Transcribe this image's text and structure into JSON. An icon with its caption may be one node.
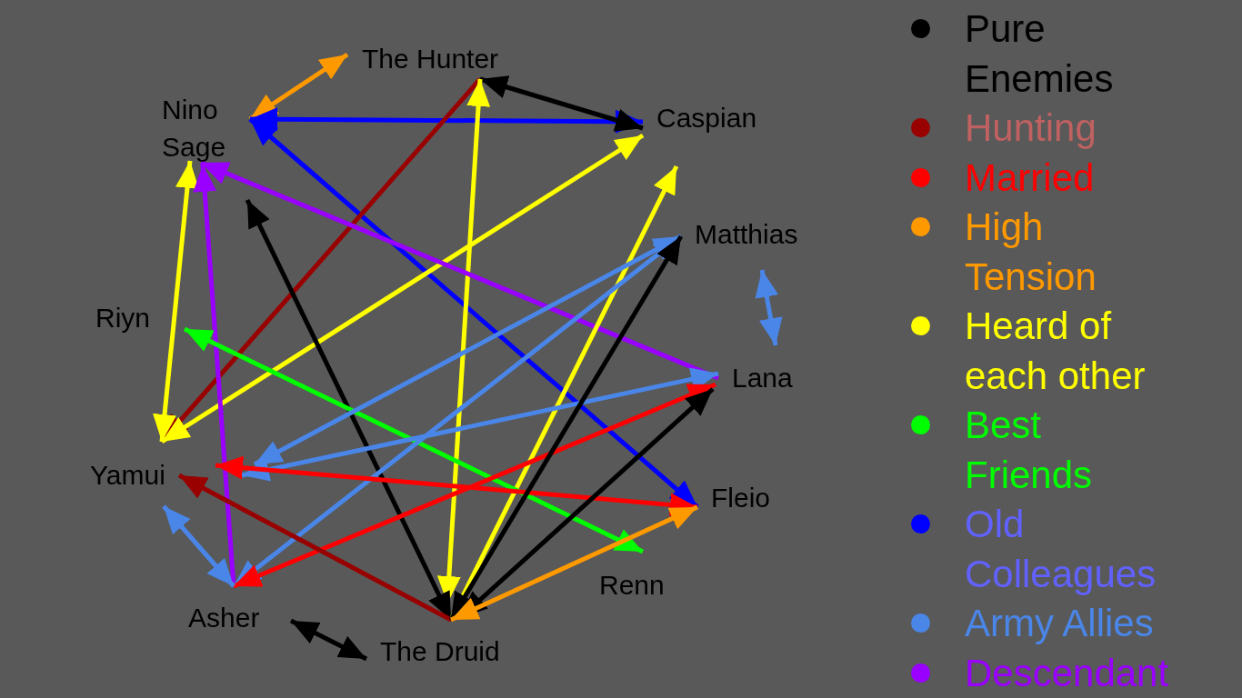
{
  "diagram": {
    "nodes": [
      {
        "text": [
          "The Hunter"
        ]
      },
      {
        "text": [
          "Nino Sage"
        ]
      },
      {
        "text": [
          "Caspian"
        ]
      },
      {
        "text": [
          "Matthias"
        ]
      },
      {
        "text": [
          "Riyn"
        ]
      },
      {
        "text": [
          "Lana"
        ]
      },
      {
        "text": [
          "Yamui"
        ]
      },
      {
        "text": [
          "Fleio"
        ]
      },
      {
        "text": [
          "Renn"
        ]
      },
      {
        "text": [
          "Asher"
        ]
      },
      {
        "text": [
          "The Druid"
        ]
      }
    ],
    "edges": [
      {
        "from": 1,
        "to": 0,
        "arrow": "both",
        "color": "#ff9900"
      },
      {
        "from": 1,
        "to": 2,
        "arrow": "both",
        "color": "#0000ff"
      },
      {
        "from": 1,
        "to": 7,
        "arrow": "both",
        "color": "#0000ff"
      },
      {
        "from": 0,
        "to": 2,
        "arrow": "both",
        "color": "#000000"
      },
      {
        "from": 0,
        "to": 6,
        "arrow": "to",
        "color": "#990000"
      },
      {
        "from": 0,
        "to": 10,
        "arrow": "both",
        "color": "#ffff00"
      },
      {
        "from": 2,
        "to": 6,
        "arrow": "both",
        "color": "#ffff00"
      },
      {
        "from": 1,
        "to": 6,
        "arrow": "both",
        "color": "#ffff00"
      },
      {
        "from": 5,
        "to": 1,
        "arrow": "to",
        "color": "#9900ff"
      },
      {
        "from": 9,
        "to": 1,
        "arrow": "to",
        "color": "#9900ff"
      },
      {
        "from": 10,
        "to": 1,
        "arrow": "both",
        "color": "#000000"
      },
      {
        "from": 10,
        "to": 2,
        "arrow": "to",
        "color": "#ffff00"
      },
      {
        "from": 4,
        "to": 8,
        "arrow": "both",
        "color": "#00ff00"
      },
      {
        "from": 3,
        "to": 6,
        "arrow": "both",
        "color": "#4a86e8"
      },
      {
        "from": 3,
        "to": 9,
        "arrow": "both",
        "color": "#4a86e8"
      },
      {
        "from": 5,
        "to": 6,
        "arrow": "both",
        "color": "#4a86e8"
      },
      {
        "from": 7,
        "to": 6,
        "arrow": "both",
        "color": "#ff0000"
      },
      {
        "from": 5,
        "to": 9,
        "arrow": "both",
        "color": "#ff0000"
      },
      {
        "from": 10,
        "to": 6,
        "arrow": "to",
        "color": "#990000"
      },
      {
        "from": 10,
        "to": 3,
        "arrow": "both",
        "color": "#000000"
      },
      {
        "from": 10,
        "to": 5,
        "arrow": "both",
        "color": "#000000"
      },
      {
        "from": 10,
        "to": 7,
        "arrow": "both",
        "color": "#ff9900"
      },
      {
        "from": 9,
        "to": 10,
        "arrow": "both",
        "color": "#000000"
      },
      {
        "from": 6,
        "to": 9,
        "arrow": "both",
        "color": "#4a86e8"
      },
      {
        "from": 3,
        "to": 5,
        "arrow": "both",
        "color": "#4a86e8"
      }
    ],
    "legend": [
      {
        "text": "Pure Enemies",
        "color": "#000000"
      },
      {
        "text": "Hunting",
        "color": "#990000"
      },
      {
        "text": "Married",
        "color": "#ff0000"
      },
      {
        "text": "High Tension",
        "color": "#ff9900"
      },
      {
        "text": "Heard of each other",
        "color": "#ffff00"
      },
      {
        "text": "Best Friends",
        "color": "#00ff00"
      },
      {
        "text": "Old Colleagues",
        "color": "#0000ff"
      },
      {
        "text": "Army Allies",
        "color": "#4a86e8"
      },
      {
        "text": "Descendant",
        "color": "#9900ff"
      }
    ]
  }
}
